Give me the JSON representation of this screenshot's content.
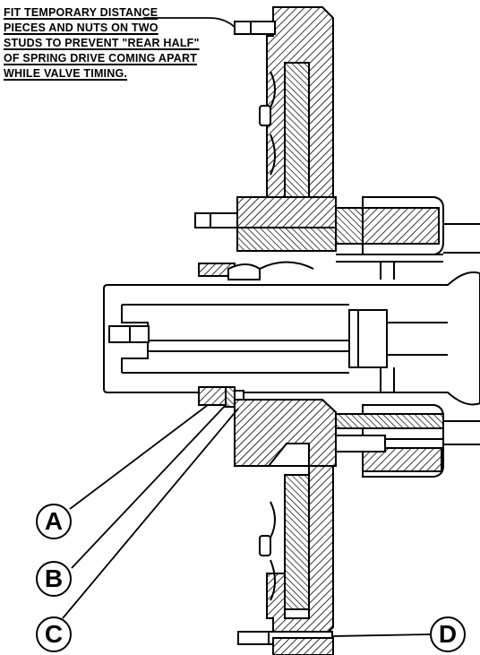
{
  "note": {
    "lines": [
      "FIT TEMPORARY DISTANCE",
      "PIECES AND NUTS ON TWO",
      "STUDS TO PREVENT \"REAR HALF\"",
      "OF SPRING DRIVE COMING APART",
      "WHILE VALVE TIMING."
    ]
  },
  "callouts": {
    "a": "A",
    "b": "B",
    "c": "C",
    "d": "D"
  },
  "colors": {
    "ink": "#000000",
    "paper": "#ffffff"
  }
}
